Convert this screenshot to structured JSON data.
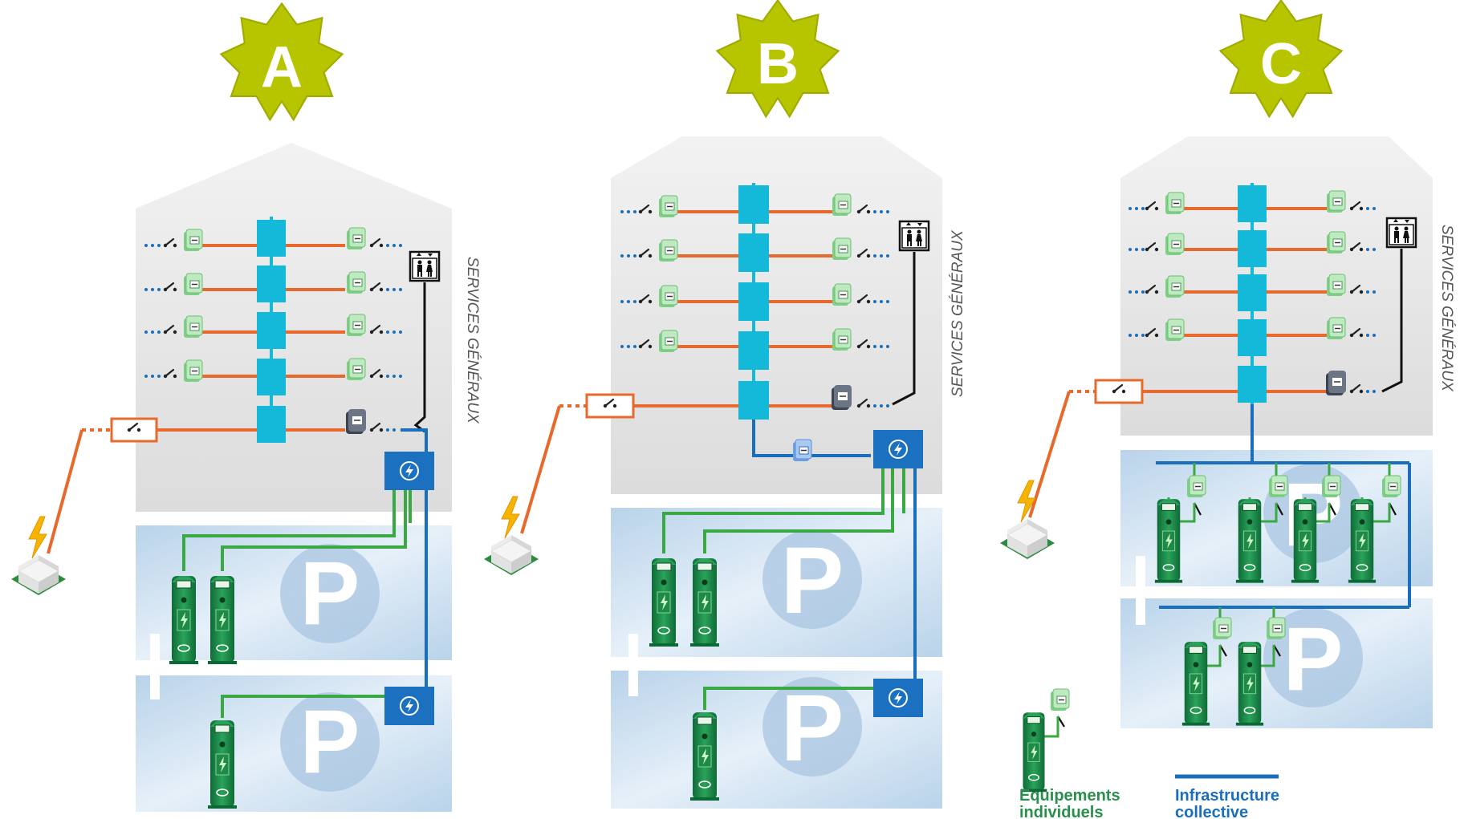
{
  "scenarios": [
    {
      "letter": "A",
      "side_label": "SERVICES GÉNÉRAUX"
    },
    {
      "letter": "B",
      "side_label": "SERVICES GÉNÉRAUX"
    },
    {
      "letter": "C",
      "side_label": "SERVICES GÉNÉRAUX"
    }
  ],
  "parking": {
    "symbol": "P"
  },
  "legend": {
    "individual": {
      "line1": "Equipements",
      "line2": "individuels"
    },
    "collective": {
      "line1": "Infrastructure",
      "line2": "collective"
    }
  },
  "colors": {
    "star": "#b7c400",
    "building": "#e8e8e8",
    "parking": "#c9def0",
    "orange_line": "#e8692c",
    "blue_line": "#1a6fbd",
    "green_line": "#3aa843",
    "meter_column": "#14b9d9",
    "hub_box": "#1b71c0",
    "legend_green": "#2a8f4c",
    "legend_blue": "#1a6fbd"
  },
  "icons": [
    "lightning-icon",
    "elevator-icon",
    "switch-icon",
    "meter-icon",
    "charging-station-icon",
    "grid-connection-icon"
  ]
}
